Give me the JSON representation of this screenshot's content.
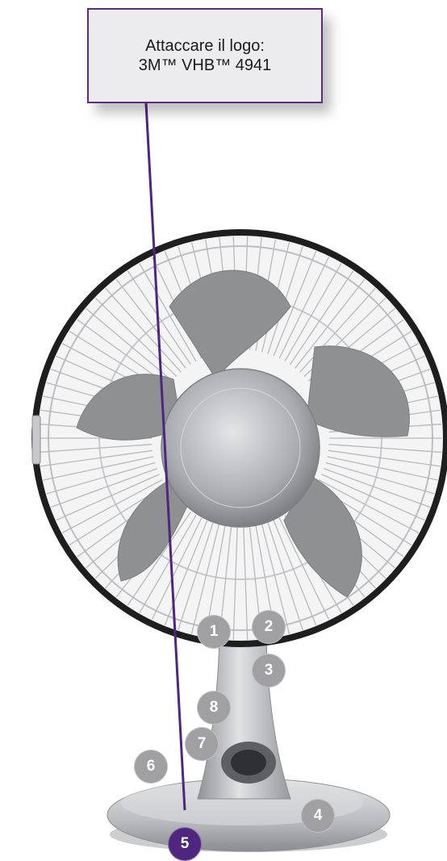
{
  "callout": {
    "line1": "Attaccare il logo:",
    "line2": "3M™ VHB™ 4941"
  },
  "colors": {
    "accent": "#4e2680",
    "badge": "#a0a0a2",
    "fan_silver": "#b9bbbe",
    "fan_blade": "#8e9092",
    "guard_ring": "#1e1e1e"
  },
  "markers": [
    {
      "id": "1",
      "label": "1",
      "active": false
    },
    {
      "id": "2",
      "label": "2",
      "active": false
    },
    {
      "id": "3",
      "label": "3",
      "active": false
    },
    {
      "id": "4",
      "label": "4",
      "active": false
    },
    {
      "id": "5",
      "label": "5",
      "active": true
    },
    {
      "id": "6",
      "label": "6",
      "active": false
    },
    {
      "id": "7",
      "label": "7",
      "active": false
    },
    {
      "id": "8",
      "label": "8",
      "active": false
    }
  ]
}
